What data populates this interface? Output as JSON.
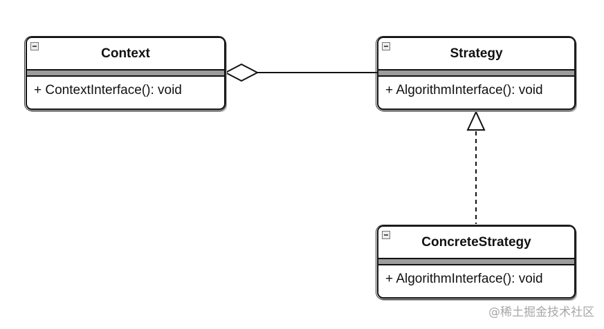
{
  "classes": {
    "context": {
      "name": "Context",
      "method": "+ ContextInterface(): void"
    },
    "strategy": {
      "name": "Strategy",
      "method": "+ AlgorithmInterface(): void"
    },
    "concrete": {
      "name": "ConcreteStrategy",
      "method": "+ AlgorithmInterface(): void"
    }
  },
  "relations": [
    {
      "from": "Context",
      "to": "Strategy",
      "kind": "aggregation"
    },
    {
      "from": "ConcreteStrategy",
      "to": "Strategy",
      "kind": "realization"
    }
  ],
  "watermark": "@稀土掘金技术社区",
  "colors": {
    "stroke": "#111111",
    "divider": "#9c9c9c",
    "watermark": "#a7a7a7"
  }
}
